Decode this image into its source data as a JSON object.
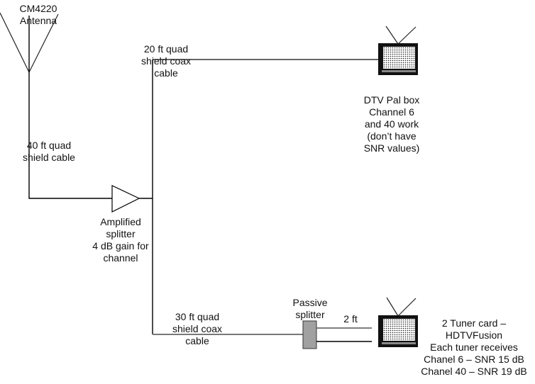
{
  "antenna": {
    "label": "CM4220\nAntenna",
    "icon": "antenna-icon"
  },
  "cables": {
    "antenna_to_amp": "40 ft quad\nshield cable",
    "amp_to_dtv": "20 ft quad\nshield coax\ncable",
    "amp_to_passive": "30 ft quad\nshield coax\ncable",
    "passive_to_tuner": "2 ft"
  },
  "amplifier": {
    "label": "Amplified\nsplitter\n4 dB gain for\nchannel",
    "icon": "amplifier-triangle-icon"
  },
  "passive_splitter": {
    "label": "Passive\nsplitter",
    "color": "#a0a0a0"
  },
  "dtv_box": {
    "label": "DTV Pal box\nChannel 6\nand 40 work\n(don’t have\nSNR values)",
    "icon": "tv-icon"
  },
  "tuner_card": {
    "label": "2 Tuner card –\nHDTVFusion\nEach tuner receives\nChanel 6 – SNR 15 dB\nChanel 40 – SNR 19 dB",
    "icon": "tv-icon"
  }
}
